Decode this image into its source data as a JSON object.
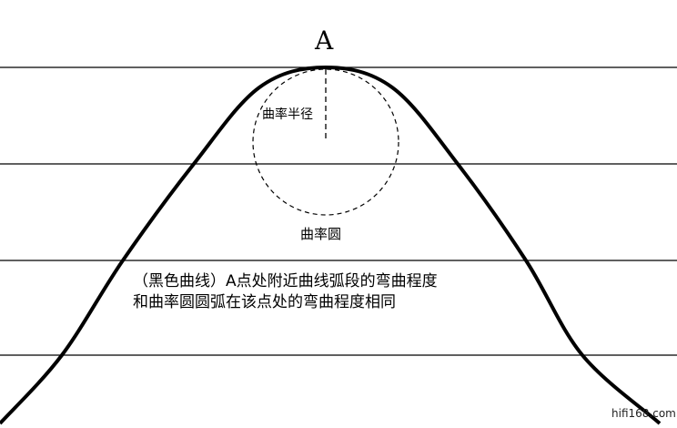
{
  "point_label": "A",
  "radius_label": "曲率半径",
  "circle_label": "曲率圆",
  "description": {
    "line1": "（黑色曲线）A点处附近曲线弧段的弯曲程度",
    "line2": "和曲率圆圆弧在该点处的弯曲程度相同"
  },
  "watermark": "hifi168.com"
}
